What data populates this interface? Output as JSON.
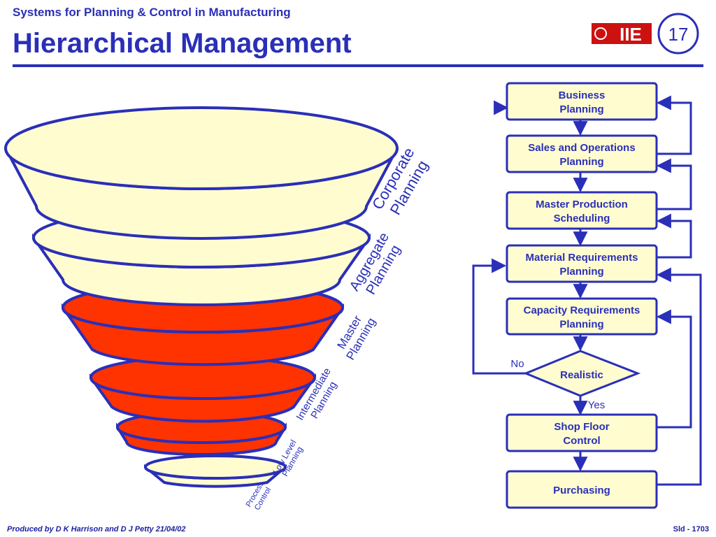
{
  "header": {
    "subtitle": "Systems for Planning & Control in Manufacturing",
    "title": "Hierarchical Management",
    "logo_text": "IIE",
    "slide_number": "17"
  },
  "footer": {
    "credit": "Produced by D K Harrison and D J Petty 21/04/02",
    "slide_ref": "Sld - 1703"
  },
  "funnel": {
    "levels": [
      {
        "line1": "Corporate",
        "line2": "Planning",
        "color": "#fffdd0"
      },
      {
        "line1": "Aggregate",
        "line2": "Planning",
        "color": "#fffdd0"
      },
      {
        "line1": "Master",
        "line2": "Planning",
        "color": "#ff3300"
      },
      {
        "line1": "Intermediate",
        "line2": "Planning",
        "color": "#ff3300"
      },
      {
        "line1": "Low Level",
        "line2": "Planning",
        "color": "#ff3300"
      },
      {
        "line1": "Process",
        "line2": "Control",
        "color": "#fffdd0"
      }
    ]
  },
  "flowchart": {
    "boxes": [
      {
        "line1": "Business",
        "line2": "Planning"
      },
      {
        "line1": "Sales and Operations",
        "line2": "Planning"
      },
      {
        "line1": "Master Production",
        "line2": "Scheduling"
      },
      {
        "line1": "Material Requirements",
        "line2": "Planning"
      },
      {
        "line1": "Capacity Requirements",
        "line2": "Planning"
      },
      {
        "line1": "Shop Floor",
        "line2": "Control"
      },
      {
        "line1": "Purchasing",
        "line2": ""
      }
    ],
    "decision": "Realistic",
    "no_label": "No",
    "yes_label": "Yes"
  },
  "colors": {
    "blue": "#2a2fb8",
    "cream": "#fffdd0",
    "red": "#ff3300",
    "logo_red": "#cc1111"
  }
}
